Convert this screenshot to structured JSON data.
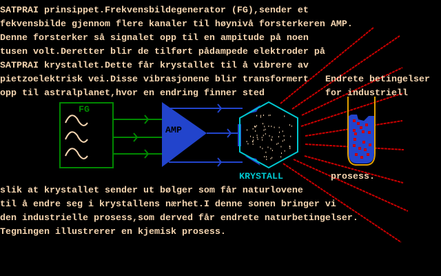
{
  "intro_text": [
    "SATPRAI prinsippet.Frekvensbildegenerator (FG),sender et",
    "fekvensbilde gjennom flere kanaler til høynivå forsterkeren AMP.",
    "Denne forsterker så signalet opp til en ampitude på noen",
    "tusen volt.Deretter blir de tilført pådampede elektroder på",
    "SATPRAI krystallet.Dette får krystallet til å vibrere av",
    "pietzoelektrisk vei.Disse vibrasjonene blir transformert",
    "opp til astralplanet,hvor en endring finner sted"
  ],
  "outro_text": [
    "slik at krystallet sender ut bølger som får naturlovene",
    "til å endre seg i krystallens nærhet.I denne sonen bringer vi",
    "den industrielle prosess,som derved får endrete naturbetingelser.",
    "Tegningen illustrerer en kjemisk prosess."
  ],
  "diagram": {
    "fg_label": "FG",
    "amp_label": "AMP",
    "crystal_label": "KRYSTALL",
    "process_label_1": "Endrete betingelser",
    "process_label_2": "for industriell",
    "process_label_3": "prosess.",
    "colors": {
      "text": "#f5d5b0",
      "fg": "#008800",
      "amp": "#2244cc",
      "crystal": "#00c8d0",
      "rays": "#cc0000",
      "tube": "#e0a000"
    }
  }
}
